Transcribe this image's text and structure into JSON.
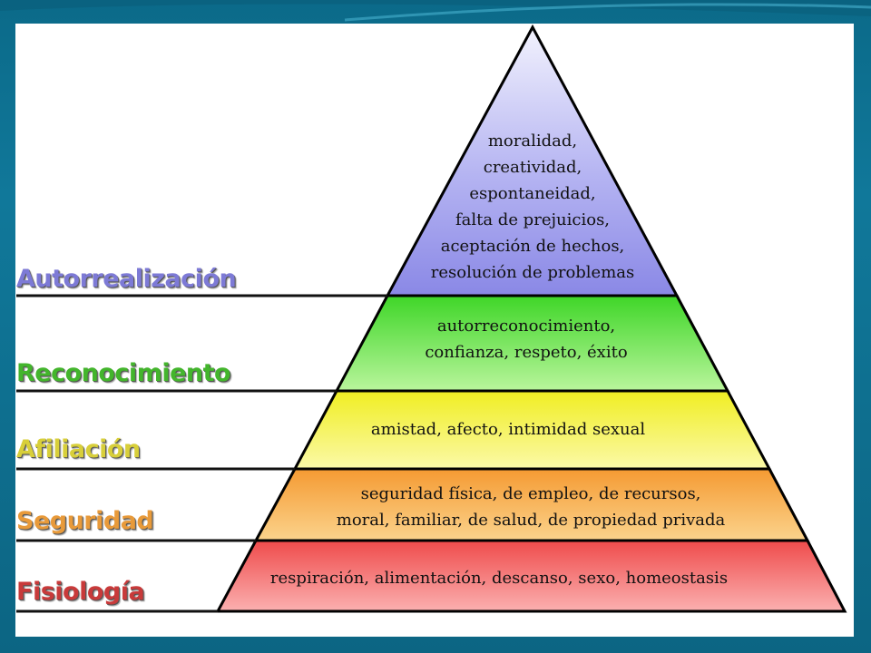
{
  "colors": {
    "frame": "#0e6f8e",
    "tier_top": "#9a98ee",
    "tier_reconocimiento": "#55e03a",
    "tier_afiliacion": "#f4f23a",
    "tier_seguridad": "#f7a53c",
    "tier_fisiologia": "#f05a5a",
    "label_autorrealizacion": "#7d7ad6",
    "label_reconocimiento": "#43b52c",
    "label_afiliacion": "#d8cf3a",
    "label_seguridad": "#e89a3a",
    "label_fisiologia": "#c83a3a"
  },
  "levels": [
    {
      "label": "Autorrealización",
      "lines": [
        "moralidad,",
        "creatividad,",
        "espontaneidad,",
        "falta de prejuicios,",
        "aceptación de hechos,",
        "resolución de problemas"
      ]
    },
    {
      "label": "Reconocimiento",
      "lines": [
        "autorreconocimiento,",
        "confianza, respeto, éxito"
      ]
    },
    {
      "label": "Afiliación",
      "lines": [
        "amistad, afecto, intimidad sexual"
      ]
    },
    {
      "label": "Seguridad",
      "lines": [
        "seguridad física, de empleo, de recursos,",
        "moral, familiar, de salud, de propiedad privada"
      ]
    },
    {
      "label": "Fisiología",
      "lines": [
        "respiración, alimentación, descanso, sexo, homeostasis"
      ]
    }
  ]
}
